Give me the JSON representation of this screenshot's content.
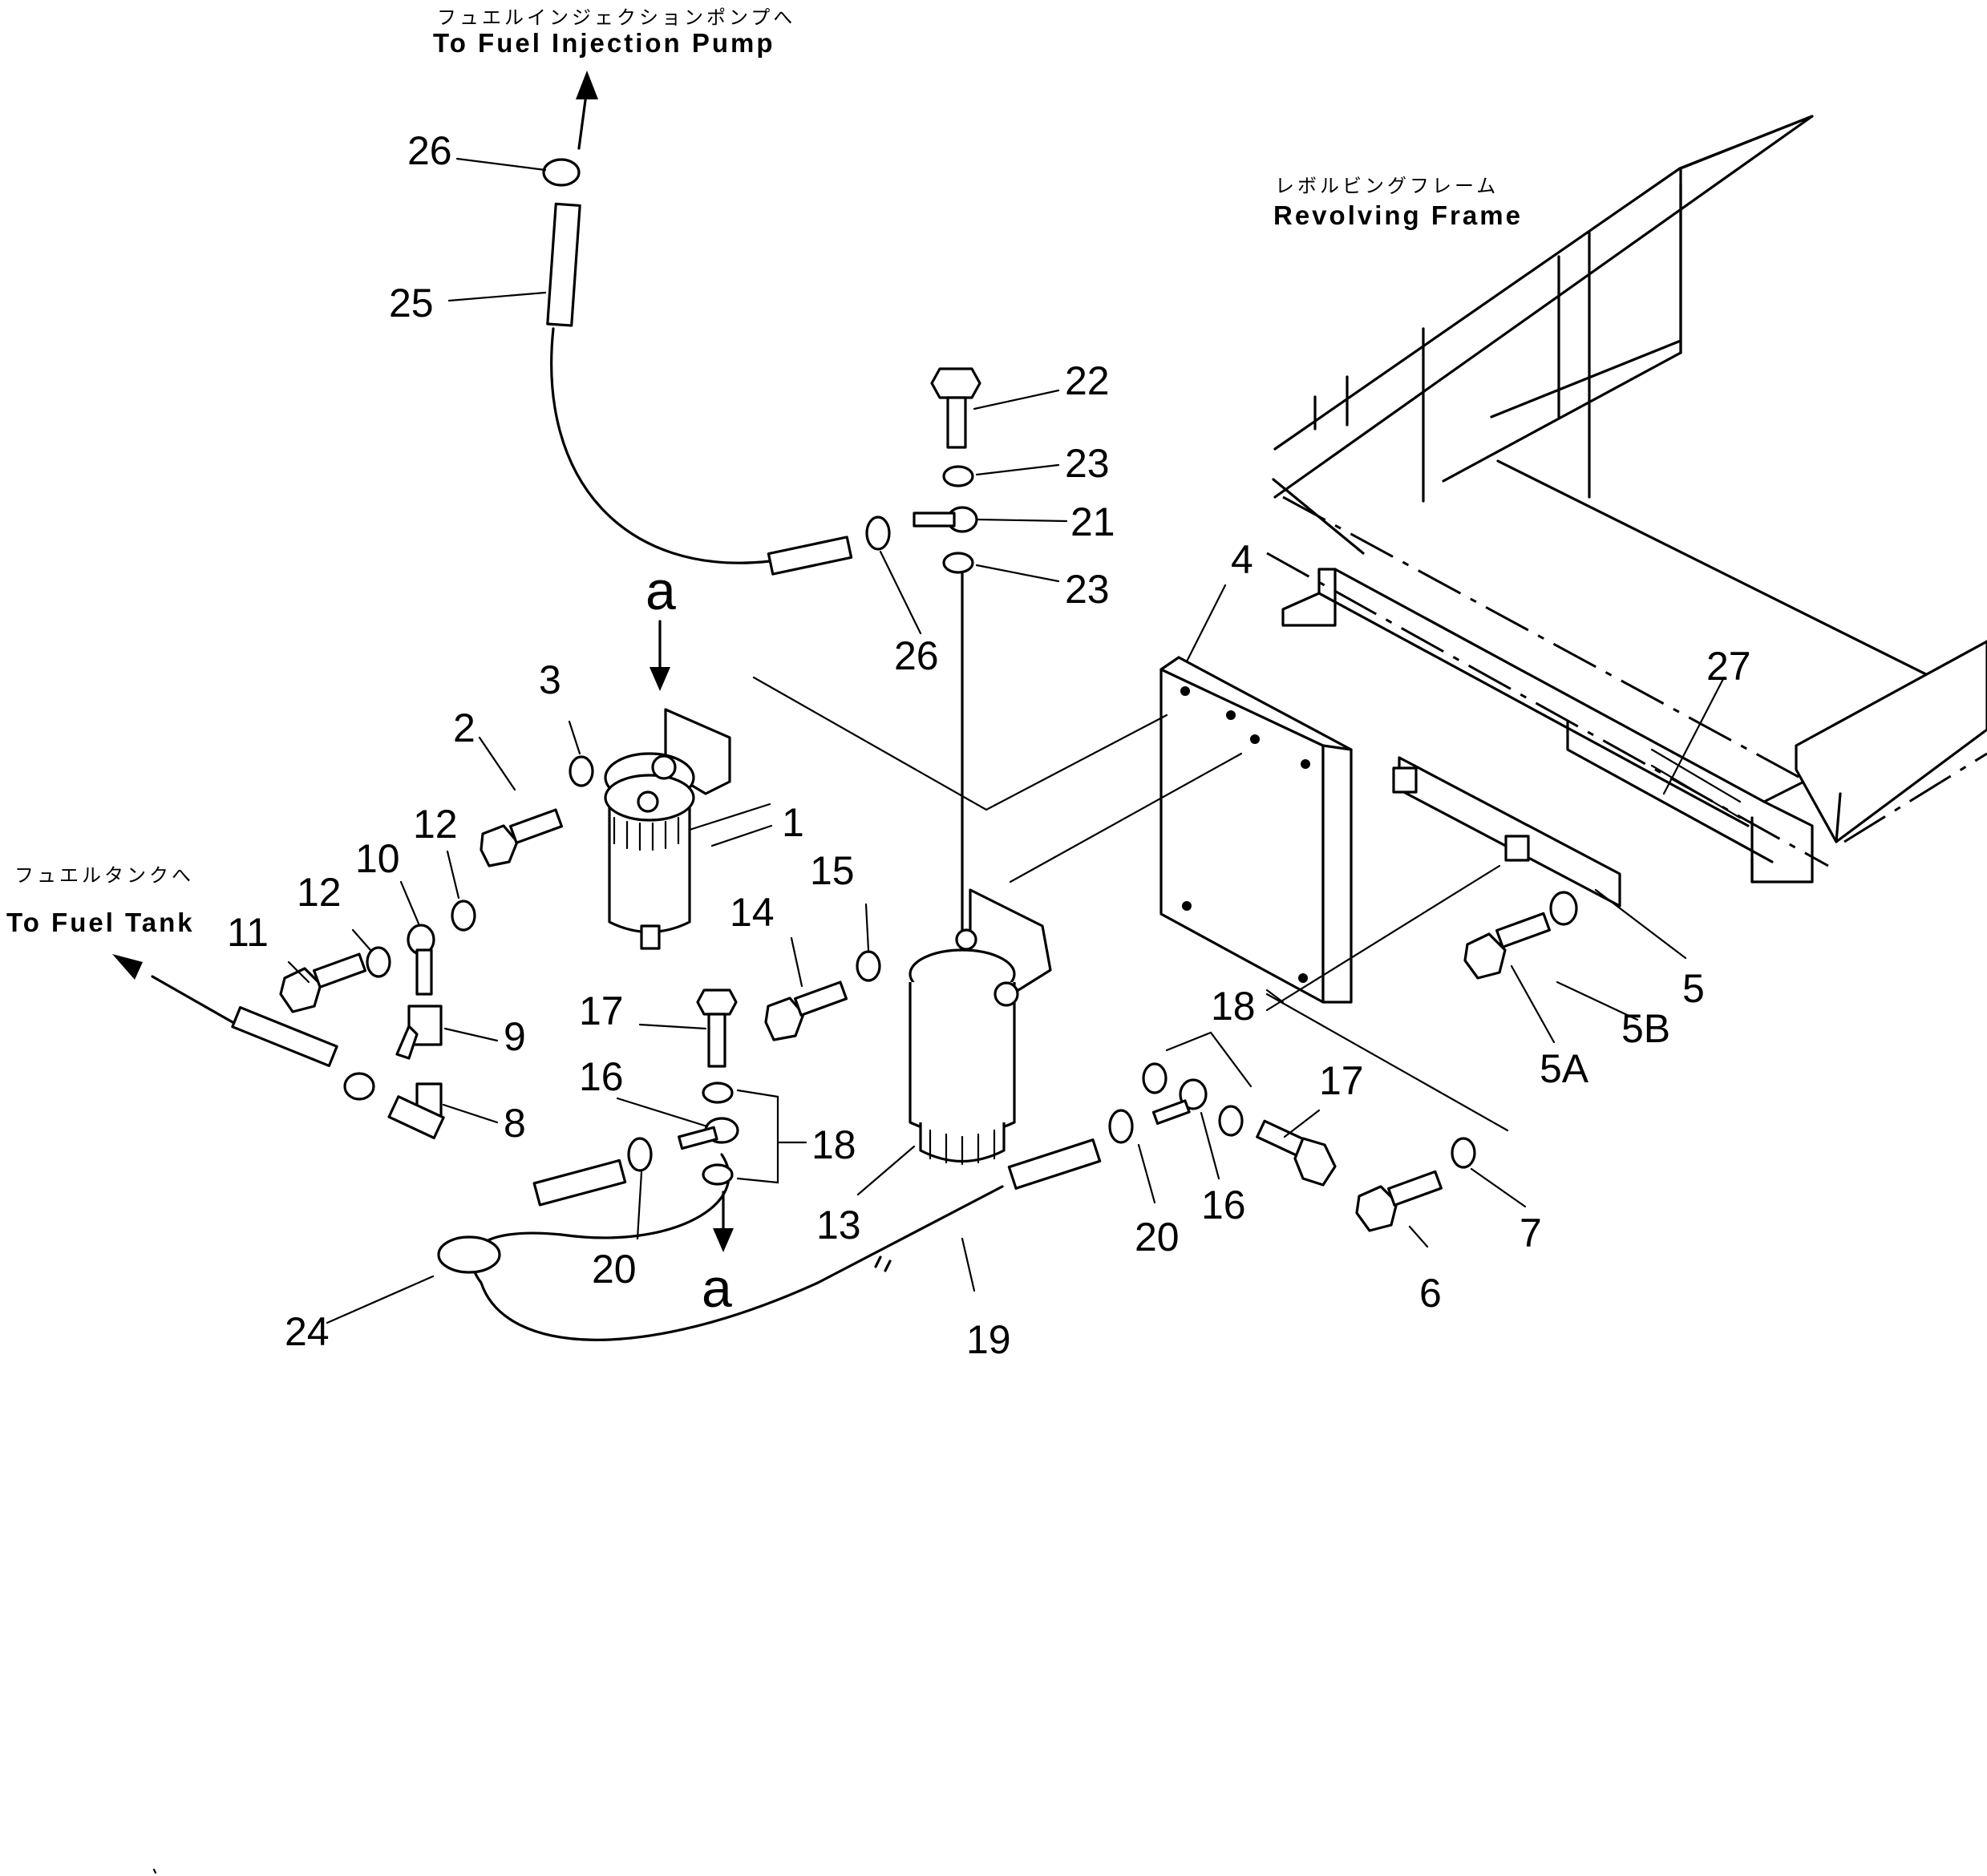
{
  "labels": {
    "pump_jp": "フュエルインジェクションポンプへ",
    "pump_en": "To Fuel Injection Pump",
    "frame_jp": "レボルビングフレーム",
    "frame_en": "Revolving Frame",
    "tank_jp": "フュエルタンクへ",
    "tank_en": "To Fuel Tank"
  },
  "view_markers": {
    "top": "a",
    "bottom": "a"
  },
  "callouts": {
    "c1": "1",
    "c2": "2",
    "c3": "3",
    "c4": "4",
    "c5": "5",
    "c5a": "5A",
    "c5b": "5B",
    "c6": "6",
    "c7": "7",
    "c8": "8",
    "c9": "9",
    "c10": "10",
    "c11": "11",
    "c12a": "12",
    "c12b": "12",
    "c13": "13",
    "c14": "14",
    "c15": "15",
    "c16a": "16",
    "c16b": "16",
    "c17a": "17",
    "c17b": "17",
    "c18a": "18",
    "c18b": "18",
    "c19": "19",
    "c20a": "20",
    "c20b": "20",
    "c21": "21",
    "c22": "22",
    "c23a": "23",
    "c23b": "23",
    "c24": "24",
    "c25": "25",
    "c26a": "26",
    "c26b": "26",
    "c27": "27"
  }
}
